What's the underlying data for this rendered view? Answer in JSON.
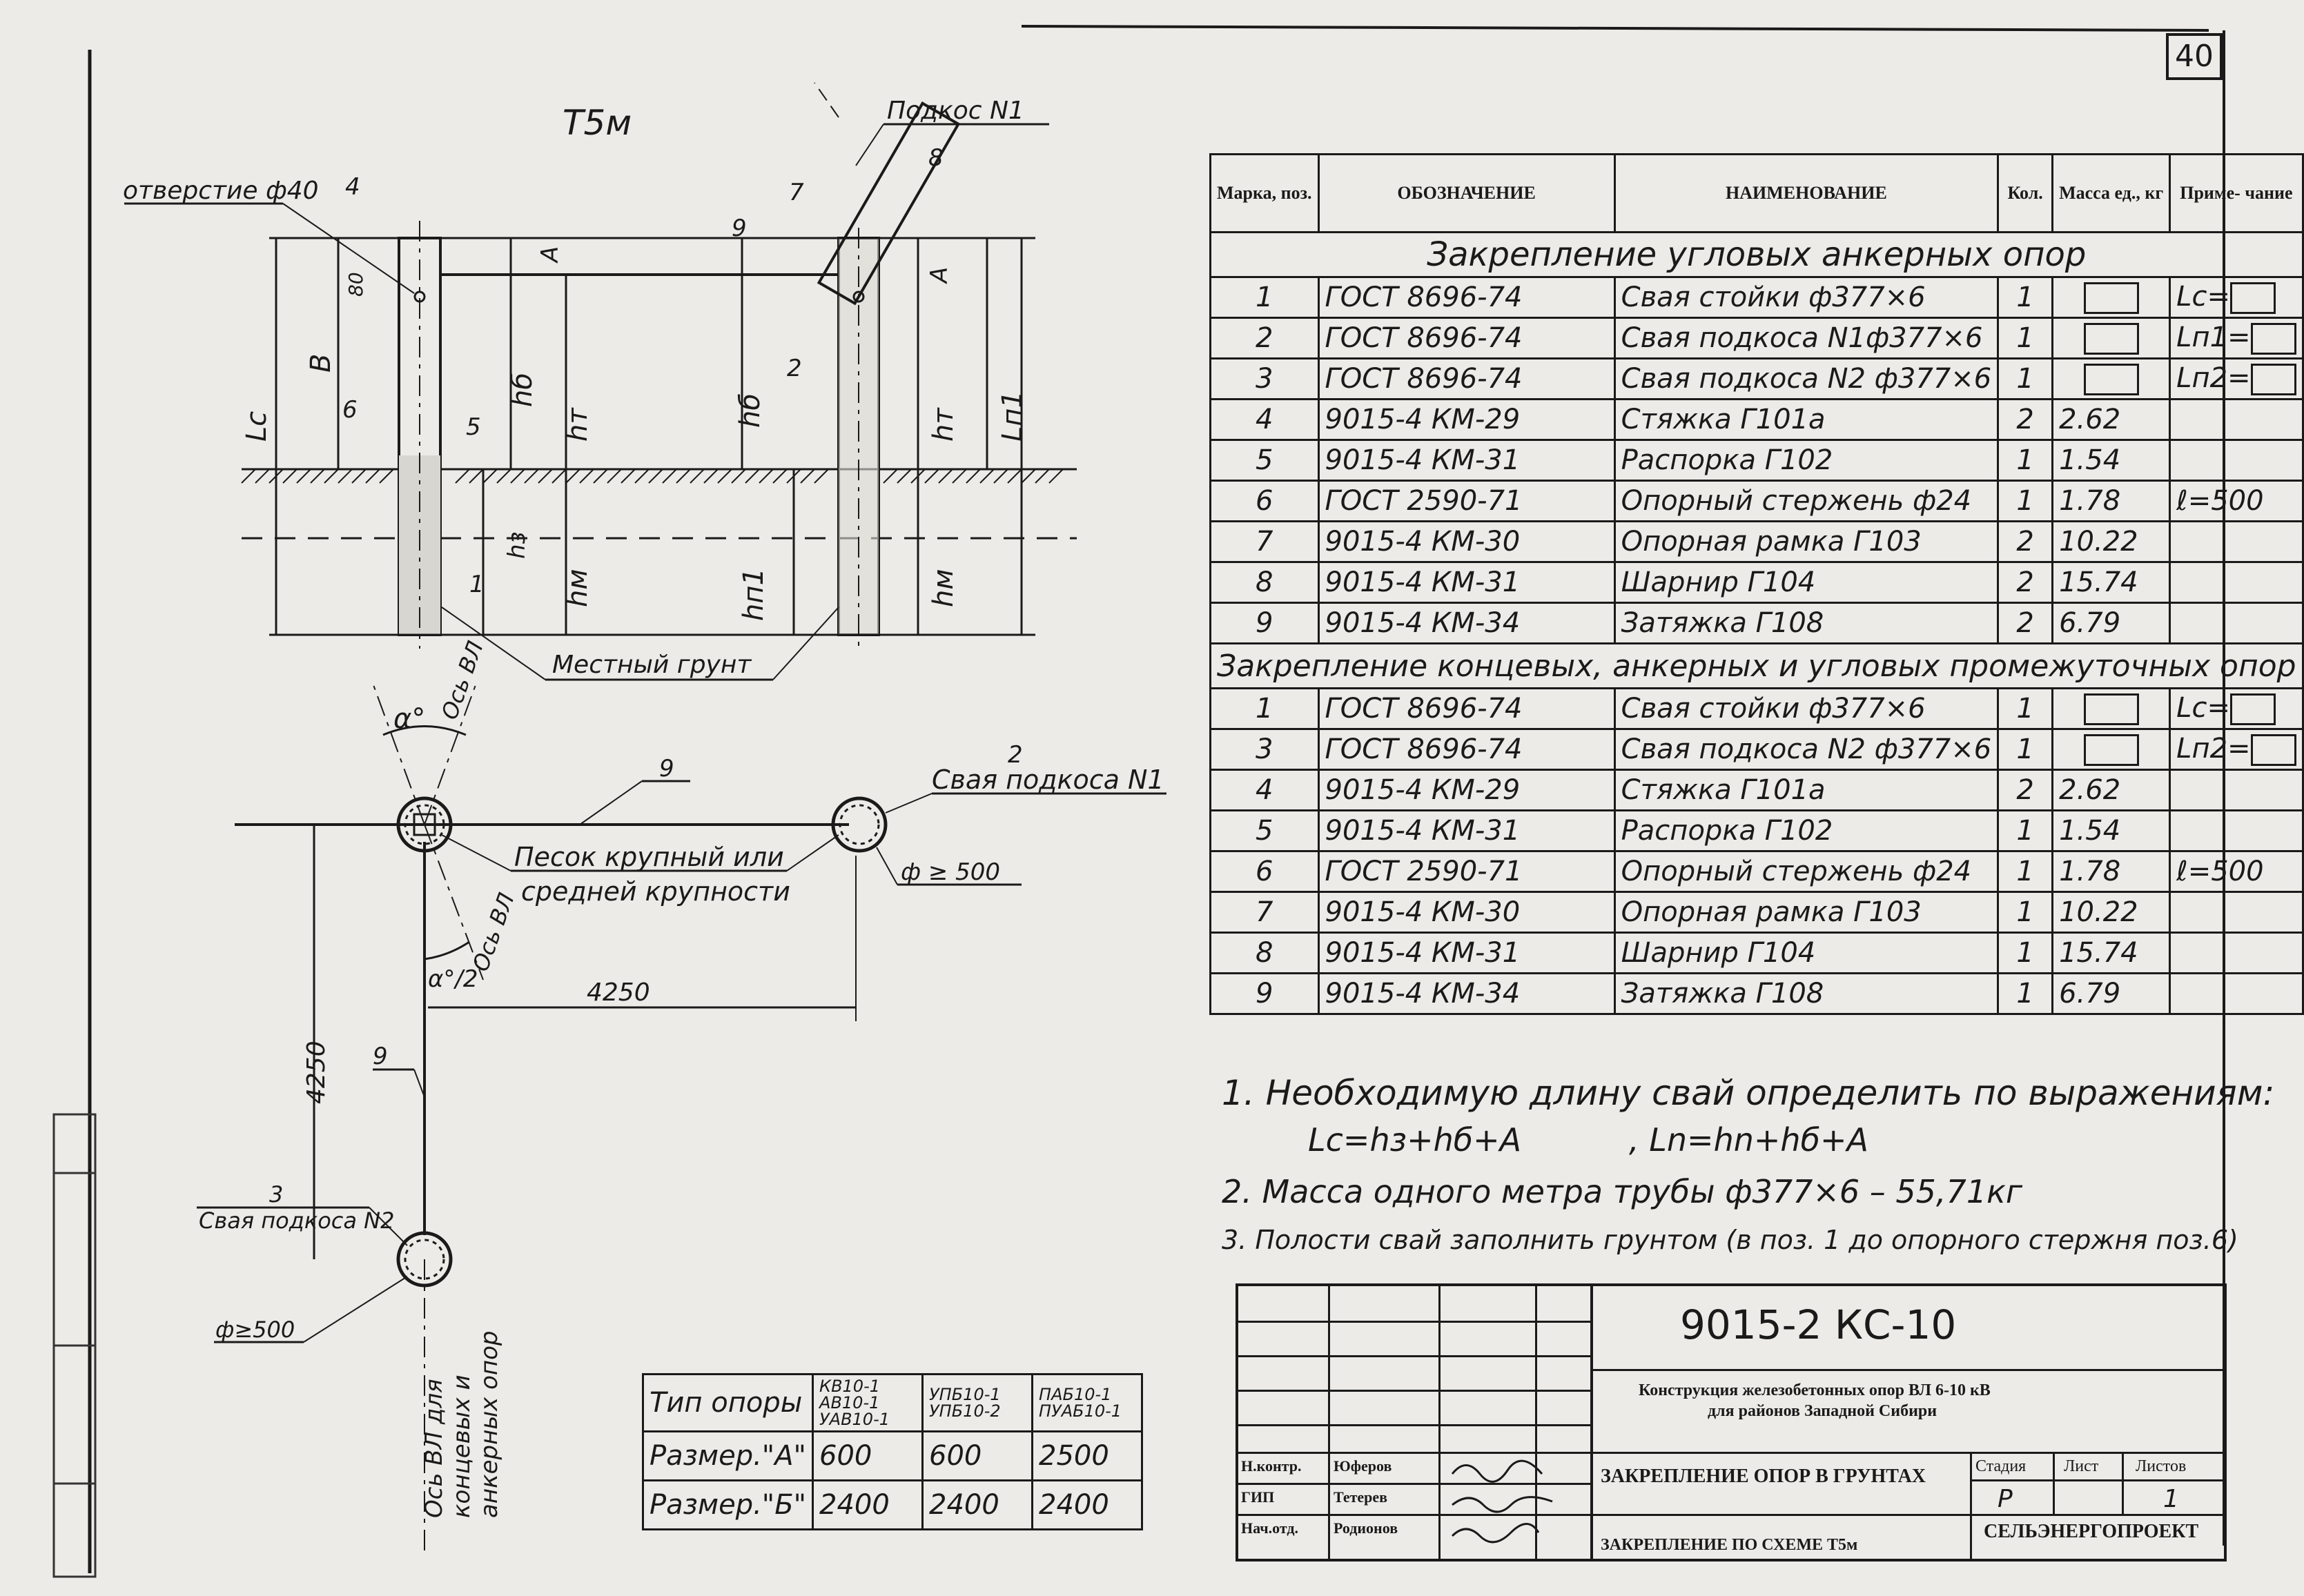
{
  "sheet_number": "40",
  "drawing": {
    "title": "Т5м",
    "labels": {
      "hole": "отверстие ф40",
      "brace_1": "Подкос N1",
      "local_soil": "Местный грунт",
      "sand": "Песок крупный или",
      "sand_2": "средней крупности",
      "brace_pile_1_num": "2",
      "brace_pile_1": "Свая подкоса N1",
      "brace_pile_2_num": "3",
      "brace_pile_2": "Свая подкоса N2",
      "diam_1": "ф ≥ 500",
      "diam_2": "ф≥500",
      "dim_h": "4250",
      "dim_v": "4250",
      "alpha": "α°",
      "alpha_half": "α°/2",
      "axis_va": "Ось ВЛ",
      "axis_va_2": "Ось ВЛ",
      "axis_end": "Ось ВЛ для",
      "axis_end_2": "концевых и",
      "axis_end_3": "анкерных опор",
      "dim_Lc": "Lc",
      "dim_B": "В",
      "dim_hb": "hб",
      "dim_ht": "hт",
      "dim_A": "А",
      "dim_hz": "hз",
      "dim_hm": "hм",
      "dim_hn": "hп1",
      "dim_Ln": "Lп1",
      "dim_80": "80",
      "pos": [
        "4",
        "6",
        "5",
        "1",
        "7",
        "8",
        "9",
        "2",
        "9",
        "9"
      ]
    }
  },
  "spec_table": {
    "headers": [
      "Марка, поз.",
      "ОБОЗНАЧЕНИЕ",
      "НАИМЕНОВАНИЕ",
      "Кол.",
      "Масса ед., кг",
      "Приме- чание"
    ],
    "section_1": "Закрепление угловых анкерных опор",
    "rows_1": [
      {
        "pos": "1",
        "code": "ГОСТ 8696-74",
        "name": "Свая стойки ф377×6",
        "qty": "1",
        "mass": "",
        "note": "Lc="
      },
      {
        "pos": "2",
        "code": "ГОСТ 8696-74",
        "name": "Свая подкоса N1ф377×6",
        "qty": "1",
        "mass": "",
        "note": "Lп1="
      },
      {
        "pos": "3",
        "code": "ГОСТ 8696-74",
        "name": "Свая подкоса N2 ф377×6",
        "qty": "1",
        "mass": "",
        "note": "Lп2="
      },
      {
        "pos": "4",
        "code": "9015-4 КМ-29",
        "name": "Стяжка Г101а",
        "qty": "2",
        "mass": "2.62",
        "note": ""
      },
      {
        "pos": "5",
        "code": "9015-4 КМ-31",
        "name": "Распорка Г102",
        "qty": "1",
        "mass": "1.54",
        "note": ""
      },
      {
        "pos": "6",
        "code": "ГОСТ 2590-71",
        "name": "Опорный стержень ф24",
        "qty": "1",
        "mass": "1.78",
        "note": "ℓ=500"
      },
      {
        "pos": "7",
        "code": "9015-4 КМ-30",
        "name": "Опорная рамка Г103",
        "qty": "2",
        "mass": "10.22",
        "note": ""
      },
      {
        "pos": "8",
        "code": "9015-4 КМ-31",
        "name": "Шарнир Г104",
        "qty": "2",
        "mass": "15.74",
        "note": ""
      },
      {
        "pos": "9",
        "code": "9015-4 КМ-34",
        "name": "Затяжка Г108",
        "qty": "2",
        "mass": "6.79",
        "note": ""
      }
    ],
    "section_2": "Закрепление концевых, анкерных и угловых промежуточных опор",
    "rows_2": [
      {
        "pos": "1",
        "code": "ГОСТ 8696-74",
        "name": "Свая стойки ф377×6",
        "qty": "1",
        "mass": "",
        "note": "Lc="
      },
      {
        "pos": "3",
        "code": "ГОСТ 8696-74",
        "name": "Свая подкоса N2 ф377×6",
        "qty": "1",
        "mass": "",
        "note": "Lп2="
      },
      {
        "pos": "4",
        "code": "9015-4 КМ-29",
        "name": "Стяжка Г101а",
        "qty": "2",
        "mass": "2.62",
        "note": ""
      },
      {
        "pos": "5",
        "code": "9015-4 КМ-31",
        "name": "Распорка Г102",
        "qty": "1",
        "mass": "1.54",
        "note": ""
      },
      {
        "pos": "6",
        "code": "ГОСТ 2590-71",
        "name": "Опорный стержень ф24",
        "qty": "1",
        "mass": "1.78",
        "note": "ℓ=500"
      },
      {
        "pos": "7",
        "code": "9015-4 КМ-30",
        "name": "Опорная рамка Г103",
        "qty": "1",
        "mass": "10.22",
        "note": ""
      },
      {
        "pos": "8",
        "code": "9015-4 КМ-31",
        "name": "Шарнир Г104",
        "qty": "1",
        "mass": "15.74",
        "note": ""
      },
      {
        "pos": "9",
        "code": "9015-4 КМ-34",
        "name": "Затяжка Г108",
        "qty": "1",
        "mass": "6.79",
        "note": ""
      }
    ]
  },
  "notes": {
    "n1": "1. Необходимую длину свай определить по выражениям:",
    "formula_1": "Lс=hз+hб+А",
    "formula_2": ", Ln=hn+hб+А",
    "n2": "2. Масса одного метра трубы ф377×6 – 55,71кг",
    "n3": "3. Полости свай заполнить грунтом (в поз. 1 до опорного стержня поз.6)"
  },
  "dims_table": {
    "row_type_label": "Тип опоры",
    "col1": [
      "КВ10-1",
      "АВ10-1",
      "УАВ10-1"
    ],
    "col2": [
      "УПБ10-1",
      "УПБ10-2"
    ],
    "col3": [
      "ПАБ10-1",
      "ПУАБ10-1"
    ],
    "row_a_label": "Размер.\"А\"",
    "row_a": [
      "600",
      "600",
      "2500"
    ],
    "row_b_label": "Размер.\"Б\"",
    "row_b": [
      "2400",
      "2400",
      "2400"
    ]
  },
  "title_block": {
    "doc_code": "9015-2 КС-10",
    "subtitle_1": "Конструкция железобетонных опор ВЛ 6-10 кВ",
    "subtitle_2": "для районов Западной Сибири",
    "sheet_title": "ЗАКРЕПЛЕНИЕ ОПОР В ГРУНТАХ",
    "stage_label": "Стадия",
    "sheet_label": "Лист",
    "sheets_label": "Листов",
    "stage": "Р",
    "sheets": "1",
    "org": "СЕЛЬЭНЕРГОПРОЕКТ",
    "bottom_text": "ЗАКРЕПЛЕНИЕ ПО СХЕМЕ Т5м",
    "signatures": [
      {
        "role": "Н.контр.",
        "name": "Юферов"
      },
      {
        "role": "ГИП",
        "name": "Тетерев"
      },
      {
        "role": "Нач.отд.",
        "name": "Родионов"
      }
    ]
  }
}
